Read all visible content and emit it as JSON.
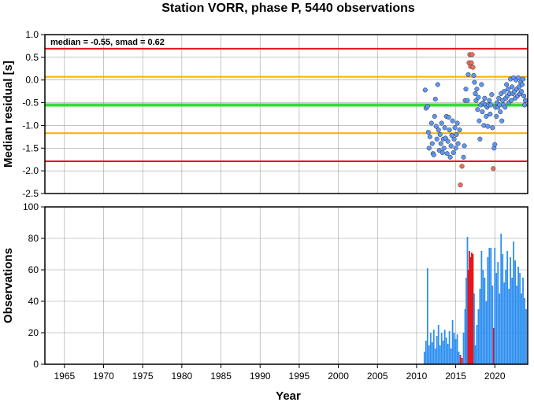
{
  "chart_data": [
    {
      "type": "scatter",
      "title": "Station VORR, phase P, 5440 observations",
      "xlabel": "",
      "ylabel": "Median residual [s]",
      "annotation": "median = -0.55, smad = 0.62",
      "xlim": [
        1962.5,
        2024.2
      ],
      "ylim": [
        -2.5,
        1.0
      ],
      "yticks": [
        "-2.5",
        "-2.0",
        "-1.5",
        "-1.0",
        "-0.5",
        "0.0",
        "0.5",
        "1.0"
      ],
      "grid": true,
      "reference_lines": [
        {
          "y": 0.69,
          "color": "#e8131a"
        },
        {
          "y": 0.07,
          "color": "#ffaa00"
        },
        {
          "y": -0.55,
          "color": "#33dd33"
        },
        {
          "y": -1.17,
          "color": "#ffaa00"
        },
        {
          "y": -1.79,
          "color": "#e8131a"
        }
      ],
      "colors": {
        "normal": "#5f96f5",
        "outlier": "#f36b5f"
      },
      "points": [
        {
          "x": 2011.1,
          "y": -0.22,
          "o": false
        },
        {
          "x": 2011.2,
          "y": -0.62,
          "o": false
        },
        {
          "x": 2011.4,
          "y": -0.58,
          "o": false
        },
        {
          "x": 2011.5,
          "y": -1.15,
          "o": false
        },
        {
          "x": 2011.6,
          "y": -1.5,
          "o": false
        },
        {
          "x": 2011.7,
          "y": -1.25,
          "o": false
        },
        {
          "x": 2011.9,
          "y": -0.95,
          "o": false
        },
        {
          "x": 2012.0,
          "y": -1.4,
          "o": false
        },
        {
          "x": 2012.1,
          "y": -1.62,
          "o": false
        },
        {
          "x": 2012.2,
          "y": -1.65,
          "o": false
        },
        {
          "x": 2012.3,
          "y": -0.8,
          "o": false
        },
        {
          "x": 2012.4,
          "y": -0.42,
          "o": false
        },
        {
          "x": 2012.5,
          "y": -1.02,
          "o": false
        },
        {
          "x": 2012.6,
          "y": -1.3,
          "o": false
        },
        {
          "x": 2012.7,
          "y": -0.1,
          "o": false
        },
        {
          "x": 2012.8,
          "y": -1.1,
          "o": false
        },
        {
          "x": 2012.9,
          "y": -1.55,
          "o": false
        },
        {
          "x": 2013.0,
          "y": -1.2,
          "o": false
        },
        {
          "x": 2013.1,
          "y": -1.4,
          "o": false
        },
        {
          "x": 2013.2,
          "y": -0.95,
          "o": false
        },
        {
          "x": 2013.3,
          "y": -1.6,
          "o": false
        },
        {
          "x": 2013.4,
          "y": -1.3,
          "o": false
        },
        {
          "x": 2013.5,
          "y": -1.5,
          "o": false
        },
        {
          "x": 2013.6,
          "y": -1.05,
          "o": false
        },
        {
          "x": 2013.7,
          "y": -1.28,
          "o": false
        },
        {
          "x": 2013.8,
          "y": -0.8,
          "o": false
        },
        {
          "x": 2013.9,
          "y": -1.62,
          "o": false
        },
        {
          "x": 2014.0,
          "y": -1.35,
          "o": false
        },
        {
          "x": 2014.1,
          "y": -0.82,
          "o": false
        },
        {
          "x": 2014.2,
          "y": -1.1,
          "o": false
        },
        {
          "x": 2014.3,
          "y": -1.7,
          "o": false
        },
        {
          "x": 2014.4,
          "y": -1.45,
          "o": false
        },
        {
          "x": 2014.5,
          "y": -1.22,
          "o": false
        },
        {
          "x": 2014.6,
          "y": -0.9,
          "o": false
        },
        {
          "x": 2014.7,
          "y": -1.6,
          "o": false
        },
        {
          "x": 2014.8,
          "y": -1.3,
          "o": false
        },
        {
          "x": 2014.9,
          "y": -1.05,
          "o": false
        },
        {
          "x": 2015.0,
          "y": -1.5,
          "o": false
        },
        {
          "x": 2015.1,
          "y": -1.2,
          "o": false
        },
        {
          "x": 2015.2,
          "y": -0.95,
          "o": false
        },
        {
          "x": 2015.3,
          "y": -1.4,
          "o": false
        },
        {
          "x": 2015.5,
          "y": -1.1,
          "o": false
        },
        {
          "x": 2015.6,
          "y": -2.31,
          "o": true
        },
        {
          "x": 2015.8,
          "y": -1.9,
          "o": true
        },
        {
          "x": 2016.0,
          "y": -1.7,
          "o": false
        },
        {
          "x": 2016.1,
          "y": -1.45,
          "o": false
        },
        {
          "x": 2016.2,
          "y": -0.45,
          "o": false
        },
        {
          "x": 2016.3,
          "y": -0.2,
          "o": false
        },
        {
          "x": 2016.5,
          "y": -0.45,
          "o": false
        },
        {
          "x": 2016.6,
          "y": 0.12,
          "o": false
        },
        {
          "x": 2016.7,
          "y": 0.38,
          "o": true
        },
        {
          "x": 2016.8,
          "y": 0.56,
          "o": true
        },
        {
          "x": 2016.9,
          "y": 0.3,
          "o": true
        },
        {
          "x": 2017.0,
          "y": 0.38,
          "o": true
        },
        {
          "x": 2017.1,
          "y": 0.56,
          "o": true
        },
        {
          "x": 2017.2,
          "y": 0.28,
          "o": true
        },
        {
          "x": 2017.3,
          "y": 0.1,
          "o": false
        },
        {
          "x": 2017.4,
          "y": -0.05,
          "o": false
        },
        {
          "x": 2017.5,
          "y": -0.3,
          "o": false
        },
        {
          "x": 2017.6,
          "y": -0.45,
          "o": false
        },
        {
          "x": 2017.7,
          "y": -0.2,
          "o": false
        },
        {
          "x": 2017.8,
          "y": -0.65,
          "o": false
        },
        {
          "x": 2017.9,
          "y": -0.38,
          "o": false
        },
        {
          "x": 2018.0,
          "y": -0.9,
          "o": false
        },
        {
          "x": 2018.1,
          "y": -1.3,
          "o": false
        },
        {
          "x": 2018.2,
          "y": -0.55,
          "o": false
        },
        {
          "x": 2018.3,
          "y": -0.1,
          "o": false
        },
        {
          "x": 2018.4,
          "y": -0.7,
          "o": false
        },
        {
          "x": 2018.5,
          "y": -0.5,
          "o": false
        },
        {
          "x": 2018.6,
          "y": -1.0,
          "o": false
        },
        {
          "x": 2018.7,
          "y": -0.4,
          "o": false
        },
        {
          "x": 2018.8,
          "y": -0.55,
          "o": false
        },
        {
          "x": 2018.9,
          "y": -0.8,
          "o": false
        },
        {
          "x": 2019.0,
          "y": -0.6,
          "o": false
        },
        {
          "x": 2019.1,
          "y": -1.02,
          "o": false
        },
        {
          "x": 2019.2,
          "y": -0.55,
          "o": false
        },
        {
          "x": 2019.3,
          "y": -0.45,
          "o": false
        },
        {
          "x": 2019.4,
          "y": -0.75,
          "o": false
        },
        {
          "x": 2019.5,
          "y": -0.55,
          "o": false
        },
        {
          "x": 2019.6,
          "y": -0.32,
          "o": false
        },
        {
          "x": 2019.7,
          "y": -1.05,
          "o": false
        },
        {
          "x": 2019.8,
          "y": -1.95,
          "o": true
        },
        {
          "x": 2019.9,
          "y": -1.5,
          "o": false
        },
        {
          "x": 2020.0,
          "y": -1.42,
          "o": false
        },
        {
          "x": 2020.1,
          "y": -0.6,
          "o": false
        },
        {
          "x": 2020.2,
          "y": -0.8,
          "o": false
        },
        {
          "x": 2020.3,
          "y": -0.5,
          "o": false
        },
        {
          "x": 2020.4,
          "y": -0.6,
          "o": false
        },
        {
          "x": 2020.5,
          "y": -0.4,
          "o": false
        },
        {
          "x": 2020.6,
          "y": -0.55,
          "o": false
        },
        {
          "x": 2020.7,
          "y": -0.7,
          "o": false
        },
        {
          "x": 2020.8,
          "y": -0.3,
          "o": false
        },
        {
          "x": 2020.9,
          "y": -0.9,
          "o": false
        },
        {
          "x": 2021.0,
          "y": -0.45,
          "o": false
        },
        {
          "x": 2021.1,
          "y": -0.55,
          "o": false
        },
        {
          "x": 2021.2,
          "y": -0.25,
          "o": false
        },
        {
          "x": 2021.3,
          "y": -0.6,
          "o": false
        },
        {
          "x": 2021.4,
          "y": -0.4,
          "o": false
        },
        {
          "x": 2021.5,
          "y": -0.1,
          "o": false
        },
        {
          "x": 2021.6,
          "y": -0.35,
          "o": false
        },
        {
          "x": 2021.7,
          "y": -0.2,
          "o": false
        },
        {
          "x": 2021.8,
          "y": -0.5,
          "o": false
        },
        {
          "x": 2021.9,
          "y": -0.3,
          "o": false
        },
        {
          "x": 2022.0,
          "y": 0.02,
          "o": false
        },
        {
          "x": 2022.1,
          "y": -0.45,
          "o": false
        },
        {
          "x": 2022.2,
          "y": -0.15,
          "o": false
        },
        {
          "x": 2022.3,
          "y": -0.3,
          "o": false
        },
        {
          "x": 2022.4,
          "y": 0.05,
          "o": false
        },
        {
          "x": 2022.5,
          "y": -0.25,
          "o": false
        },
        {
          "x": 2022.6,
          "y": -0.4,
          "o": false
        },
        {
          "x": 2022.7,
          "y": 0.0,
          "o": false
        },
        {
          "x": 2022.8,
          "y": -0.2,
          "o": false
        },
        {
          "x": 2022.9,
          "y": -0.35,
          "o": false
        },
        {
          "x": 2023.0,
          "y": 0.05,
          "o": false
        },
        {
          "x": 2023.1,
          "y": -0.15,
          "o": false
        },
        {
          "x": 2023.2,
          "y": -0.3,
          "o": false
        },
        {
          "x": 2023.3,
          "y": -0.05,
          "o": false
        },
        {
          "x": 2023.4,
          "y": -0.25,
          "o": false
        },
        {
          "x": 2023.5,
          "y": -0.1,
          "o": false
        },
        {
          "x": 2023.6,
          "y": 0.02,
          "o": false
        },
        {
          "x": 2023.7,
          "y": -0.35,
          "o": false
        },
        {
          "x": 2023.8,
          "y": -0.55,
          "o": false
        },
        {
          "x": 2023.9,
          "y": -0.45,
          "o": false
        }
      ]
    },
    {
      "type": "bar",
      "title": "",
      "xlabel": "Year",
      "ylabel": "Observations",
      "xlim": [
        1962.5,
        2024.2
      ],
      "ylim": [
        0,
        100
      ],
      "yticks": [
        "0",
        "20",
        "40",
        "60",
        "80",
        "100"
      ],
      "xticks": [
        "1965",
        "1970",
        "1975",
        "1980",
        "1985",
        "1990",
        "1995",
        "2000",
        "2005",
        "2010",
        "2015",
        "2020"
      ],
      "grid": true,
      "colors": {
        "normal": "#2e8ff0",
        "outlier": "#e8131a"
      },
      "bars": [
        {
          "x": 2011.0,
          "v": 8,
          "o": false
        },
        {
          "x": 2011.2,
          "v": 15,
          "o": false
        },
        {
          "x": 2011.4,
          "v": 61,
          "o": false
        },
        {
          "x": 2011.6,
          "v": 12,
          "o": false
        },
        {
          "x": 2011.8,
          "v": 20,
          "o": false
        },
        {
          "x": 2012.0,
          "v": 14,
          "o": false
        },
        {
          "x": 2012.2,
          "v": 22,
          "o": false
        },
        {
          "x": 2012.4,
          "v": 10,
          "o": false
        },
        {
          "x": 2012.6,
          "v": 18,
          "o": false
        },
        {
          "x": 2012.8,
          "v": 25,
          "o": false
        },
        {
          "x": 2013.0,
          "v": 12,
          "o": false
        },
        {
          "x": 2013.2,
          "v": 20,
          "o": false
        },
        {
          "x": 2013.4,
          "v": 15,
          "o": false
        },
        {
          "x": 2013.6,
          "v": 22,
          "o": false
        },
        {
          "x": 2013.8,
          "v": 17,
          "o": false
        },
        {
          "x": 2014.0,
          "v": 13,
          "o": false
        },
        {
          "x": 2014.2,
          "v": 21,
          "o": false
        },
        {
          "x": 2014.4,
          "v": 10,
          "o": false
        },
        {
          "x": 2014.6,
          "v": 28,
          "o": false
        },
        {
          "x": 2014.8,
          "v": 20,
          "o": false
        },
        {
          "x": 2015.0,
          "v": 16,
          "o": false
        },
        {
          "x": 2015.2,
          "v": 19,
          "o": false
        },
        {
          "x": 2015.4,
          "v": 8,
          "o": false
        },
        {
          "x": 2015.6,
          "v": 6,
          "o": true
        },
        {
          "x": 2015.8,
          "v": 4,
          "o": true
        },
        {
          "x": 2016.0,
          "v": 20,
          "o": false
        },
        {
          "x": 2016.2,
          "v": 35,
          "o": false
        },
        {
          "x": 2016.35,
          "v": 55,
          "o": false
        },
        {
          "x": 2016.5,
          "v": 81,
          "o": false
        },
        {
          "x": 2016.6,
          "v": 60,
          "o": true
        },
        {
          "x": 2016.75,
          "v": 72,
          "o": true
        },
        {
          "x": 2016.9,
          "v": 68,
          "o": true
        },
        {
          "x": 2017.05,
          "v": 71,
          "o": true
        },
        {
          "x": 2017.2,
          "v": 70,
          "o": true
        },
        {
          "x": 2017.35,
          "v": 45,
          "o": false
        },
        {
          "x": 2017.5,
          "v": 12,
          "o": false
        },
        {
          "x": 2017.7,
          "v": 25,
          "o": false
        },
        {
          "x": 2017.9,
          "v": 35,
          "o": false
        },
        {
          "x": 2018.1,
          "v": 48,
          "o": false
        },
        {
          "x": 2018.3,
          "v": 72,
          "o": false
        },
        {
          "x": 2018.5,
          "v": 60,
          "o": false
        },
        {
          "x": 2018.7,
          "v": 55,
          "o": false
        },
        {
          "x": 2018.9,
          "v": 40,
          "o": false
        },
        {
          "x": 2019.1,
          "v": 68,
          "o": false
        },
        {
          "x": 2019.3,
          "v": 74,
          "o": false
        },
        {
          "x": 2019.5,
          "v": 74,
          "o": false
        },
        {
          "x": 2019.7,
          "v": 50,
          "o": false
        },
        {
          "x": 2019.85,
          "v": 23,
          "o": true
        },
        {
          "x": 2020.0,
          "v": 74,
          "o": false
        },
        {
          "x": 2020.2,
          "v": 58,
          "o": false
        },
        {
          "x": 2020.4,
          "v": 65,
          "o": false
        },
        {
          "x": 2020.6,
          "v": 45,
          "o": false
        },
        {
          "x": 2020.8,
          "v": 83,
          "o": false
        },
        {
          "x": 2021.0,
          "v": 70,
          "o": false
        },
        {
          "x": 2021.2,
          "v": 52,
          "o": false
        },
        {
          "x": 2021.4,
          "v": 60,
          "o": false
        },
        {
          "x": 2021.6,
          "v": 72,
          "o": false
        },
        {
          "x": 2021.8,
          "v": 48,
          "o": false
        },
        {
          "x": 2022.0,
          "v": 68,
          "o": false
        },
        {
          "x": 2022.2,
          "v": 55,
          "o": false
        },
        {
          "x": 2022.4,
          "v": 78,
          "o": false
        },
        {
          "x": 2022.6,
          "v": 66,
          "o": false
        },
        {
          "x": 2022.8,
          "v": 50,
          "o": false
        },
        {
          "x": 2023.0,
          "v": 62,
          "o": false
        },
        {
          "x": 2023.2,
          "v": 58,
          "o": false
        },
        {
          "x": 2023.4,
          "v": 45,
          "o": false
        },
        {
          "x": 2023.6,
          "v": 55,
          "o": false
        },
        {
          "x": 2023.8,
          "v": 42,
          "o": false
        },
        {
          "x": 2024.0,
          "v": 35,
          "o": false
        }
      ]
    }
  ]
}
